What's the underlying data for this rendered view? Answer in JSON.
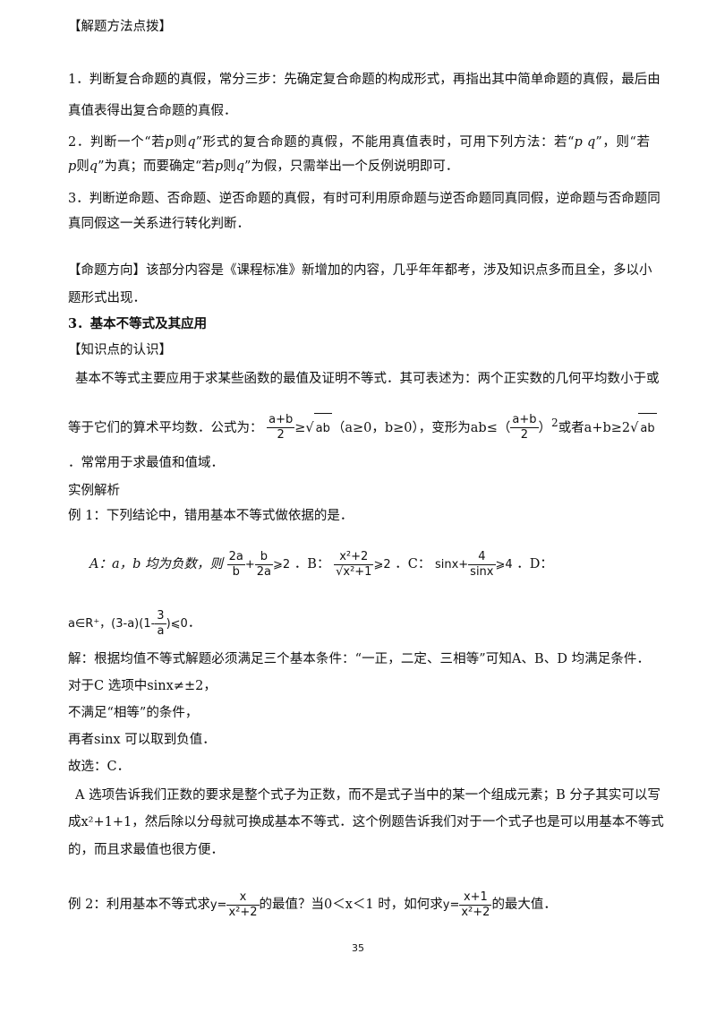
{
  "section1": {
    "heading": "【解题方法点拨】",
    "p1": "1．判断复合命题的真假，常分三步：先确定复合命题的构成形式，再指出其中简单命题的真假，最后由",
    "p1b": "真值表得出复合命题的真假．",
    "p2a": "2．判断一个“若",
    "p2b": "p",
    "p2c": "则",
    "p2d": "q",
    "p2e": "”形式的复合命题的真假，不能用真值表时，可用下列方法：若“",
    "p2f": "p q",
    "p2g": "”，则“若",
    "p2h1": "p",
    "p2h2": "则",
    "p2h3": "q",
    "p2h4": "”为真；而要确定“若",
    "p2h5": "p",
    "p2h6": "则",
    "p2h7": "q",
    "p2h8": "”为假，只需举出一个反例说明即可．",
    "p3": "3．判断逆命题、否命题、逆否命题的真假，有时可利用原命题与逆否命题同真同假，逆命题与否命题同",
    "p3b": "真同假这一关系进行转化判断．"
  },
  "direction": {
    "p1": "【命题方向】该部分内容是《课程标准》新增加的内容，几乎年年都考，涉及知识点多而且全，多以小",
    "p2": "题形式出现．"
  },
  "section3": {
    "title": "3．基本不等式及其应用",
    "knowledge": "【知识点的认识】",
    "k1": "基本不等式主要应用于求某些函数的最值及证明不等式．其可表述为：两个正实数的几何平均数小于或",
    "k2a": "等于它们的算术平均数．公式为：",
    "f_ab_num": "a+b",
    "f_ab_den": "2",
    "geq_sqrt": "≥",
    "sqrt_ab": "ab",
    "k2b": "（a≥0，b≥0），变形为ab≤（",
    "k2c": "）",
    "sq": "2",
    "k2d": "或者a+b≥2",
    "k3": "．常常用于求最值和值域．",
    "example_heading": "实例解析",
    "ex1": "例 1：下列结论中，错用基本不等式做依据的是．",
    "optA": "A：a，b 均为负数，则",
    "fA1n": "2a",
    "fA1d": "b",
    "plus": "+",
    "fA2n": "b",
    "fA2d": "2a",
    "geq2": "⩾2",
    "optB": "．B：",
    "fBn": "x²+2",
    "fBd": "x²+1",
    "optC": "．C：",
    "sinx": "sinx+",
    "fCn": "4",
    "fCd": "sinx",
    "geq4": "⩾4",
    "optD": "．D：",
    "dline_a": "a∈R⁺，(3-a)(1-",
    "fDn": "3",
    "fDd": "a",
    "dline_b": ")⩽0",
    "period": "．",
    "sol1": "解：根据均值不等式解题必须满足三个基本条件：“一正，二定、三相等”可知A、B、D 均满足条件．",
    "sol2": "对于C 选项中sinx≠±2，",
    "sol3": "不满足“相等”的条件，",
    "sol4": "再者sinx 可以取到负值．",
    "sol5": "故选：C．",
    "note1": "A 选项告诉我们正数的要求是整个式子为正数，而不是式子当中的某一个组成元素；B 分子其实可以写",
    "note2": "成x²+1+1，然后除以分母就可换成基本不等式．这个例题告诉我们对于一个式子也是可以用基本不等式",
    "note3": "的，而且求最值也很方便．",
    "ex2a": "例 2：利用基本不等式求",
    "y1": "y=",
    "f21n": "x",
    "f21d": "x²+2",
    "ex2b": "的最值？当0＜x＜1 时，如何求",
    "y2": "y=",
    "f22n": "x+1",
    "f22d": "x²+2",
    "ex2c": "的最大值．"
  },
  "page_number": "35"
}
